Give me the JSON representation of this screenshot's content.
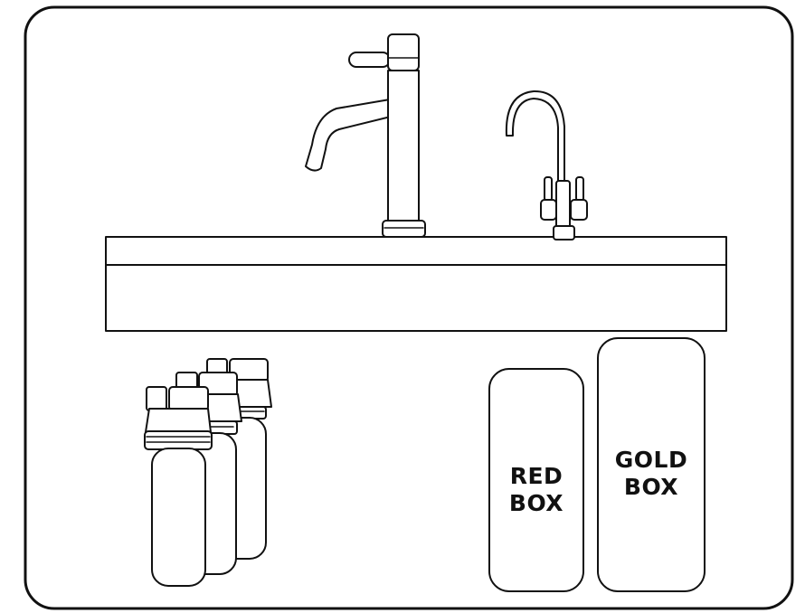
{
  "boxes": {
    "red": {
      "line1": "RED",
      "line2": "BOX"
    },
    "gold": {
      "line1": "GOLD",
      "line2": "BOX"
    }
  },
  "colors": {
    "stroke": "#111111",
    "background": "#ffffff"
  },
  "icons": [
    "mixer-tap-icon",
    "filter-tap-icon",
    "filter-cartridges-icon"
  ]
}
